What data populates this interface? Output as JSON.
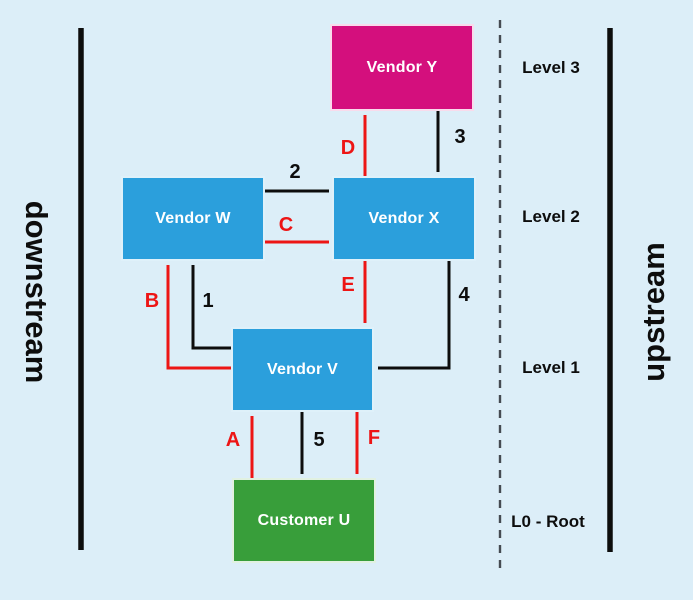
{
  "diagram_title": "vendor-network-levels",
  "nodes": [
    {
      "id": "vendor-y",
      "label": "Vendor Y",
      "color": "#d40f7d"
    },
    {
      "id": "vendor-w",
      "label": "Vendor W",
      "color": "#2b9fdc"
    },
    {
      "id": "vendor-x",
      "label": "Vendor X",
      "color": "#2b9fdc"
    },
    {
      "id": "vendor-v",
      "label": "Vendor V",
      "color": "#2b9fdc"
    },
    {
      "id": "customer-u",
      "label": "Customer U",
      "color": "#389e3a"
    }
  ],
  "edges": [
    {
      "label": "2",
      "color": "#0d0d0d",
      "from": "vendor-w",
      "to": "vendor-x"
    },
    {
      "label": "C",
      "color": "#ed1515",
      "from": "vendor-w",
      "to": "vendor-x"
    },
    {
      "label": "3",
      "color": "#0d0d0d",
      "from": "vendor-y",
      "to": "vendor-x"
    },
    {
      "label": "D",
      "color": "#ed1515",
      "from": "vendor-x",
      "to": "vendor-y"
    },
    {
      "label": "1",
      "color": "#0d0d0d",
      "from": "vendor-v",
      "to": "vendor-w"
    },
    {
      "label": "B",
      "color": "#ed1515",
      "from": "vendor-v",
      "to": "vendor-w"
    },
    {
      "label": "4",
      "color": "#0d0d0d",
      "from": "vendor-x",
      "to": "vendor-v"
    },
    {
      "label": "E",
      "color": "#ed1515",
      "from": "vendor-x",
      "to": "vendor-v"
    },
    {
      "label": "5",
      "color": "#0d0d0d",
      "from": "vendor-v",
      "to": "customer-u"
    },
    {
      "label": "A",
      "color": "#ed1515",
      "from": "customer-u",
      "to": "vendor-v"
    },
    {
      "label": "F",
      "color": "#ed1515",
      "from": "vendor-v",
      "to": "customer-u"
    }
  ],
  "levels": [
    {
      "label": "Level 3"
    },
    {
      "label": "Level 2"
    },
    {
      "label": "Level 1"
    },
    {
      "label": "L0 - Root"
    }
  ],
  "axes": {
    "left": "downstream",
    "right": "upstream"
  },
  "colors": {
    "background": "#dceef8",
    "node_blue": "#2b9fdc",
    "node_magenta": "#d40f7d",
    "node_green": "#389e3a",
    "arrow_black": "#0d0d0d",
    "arrow_red": "#ed1515",
    "dashed_line": "#454b52"
  }
}
